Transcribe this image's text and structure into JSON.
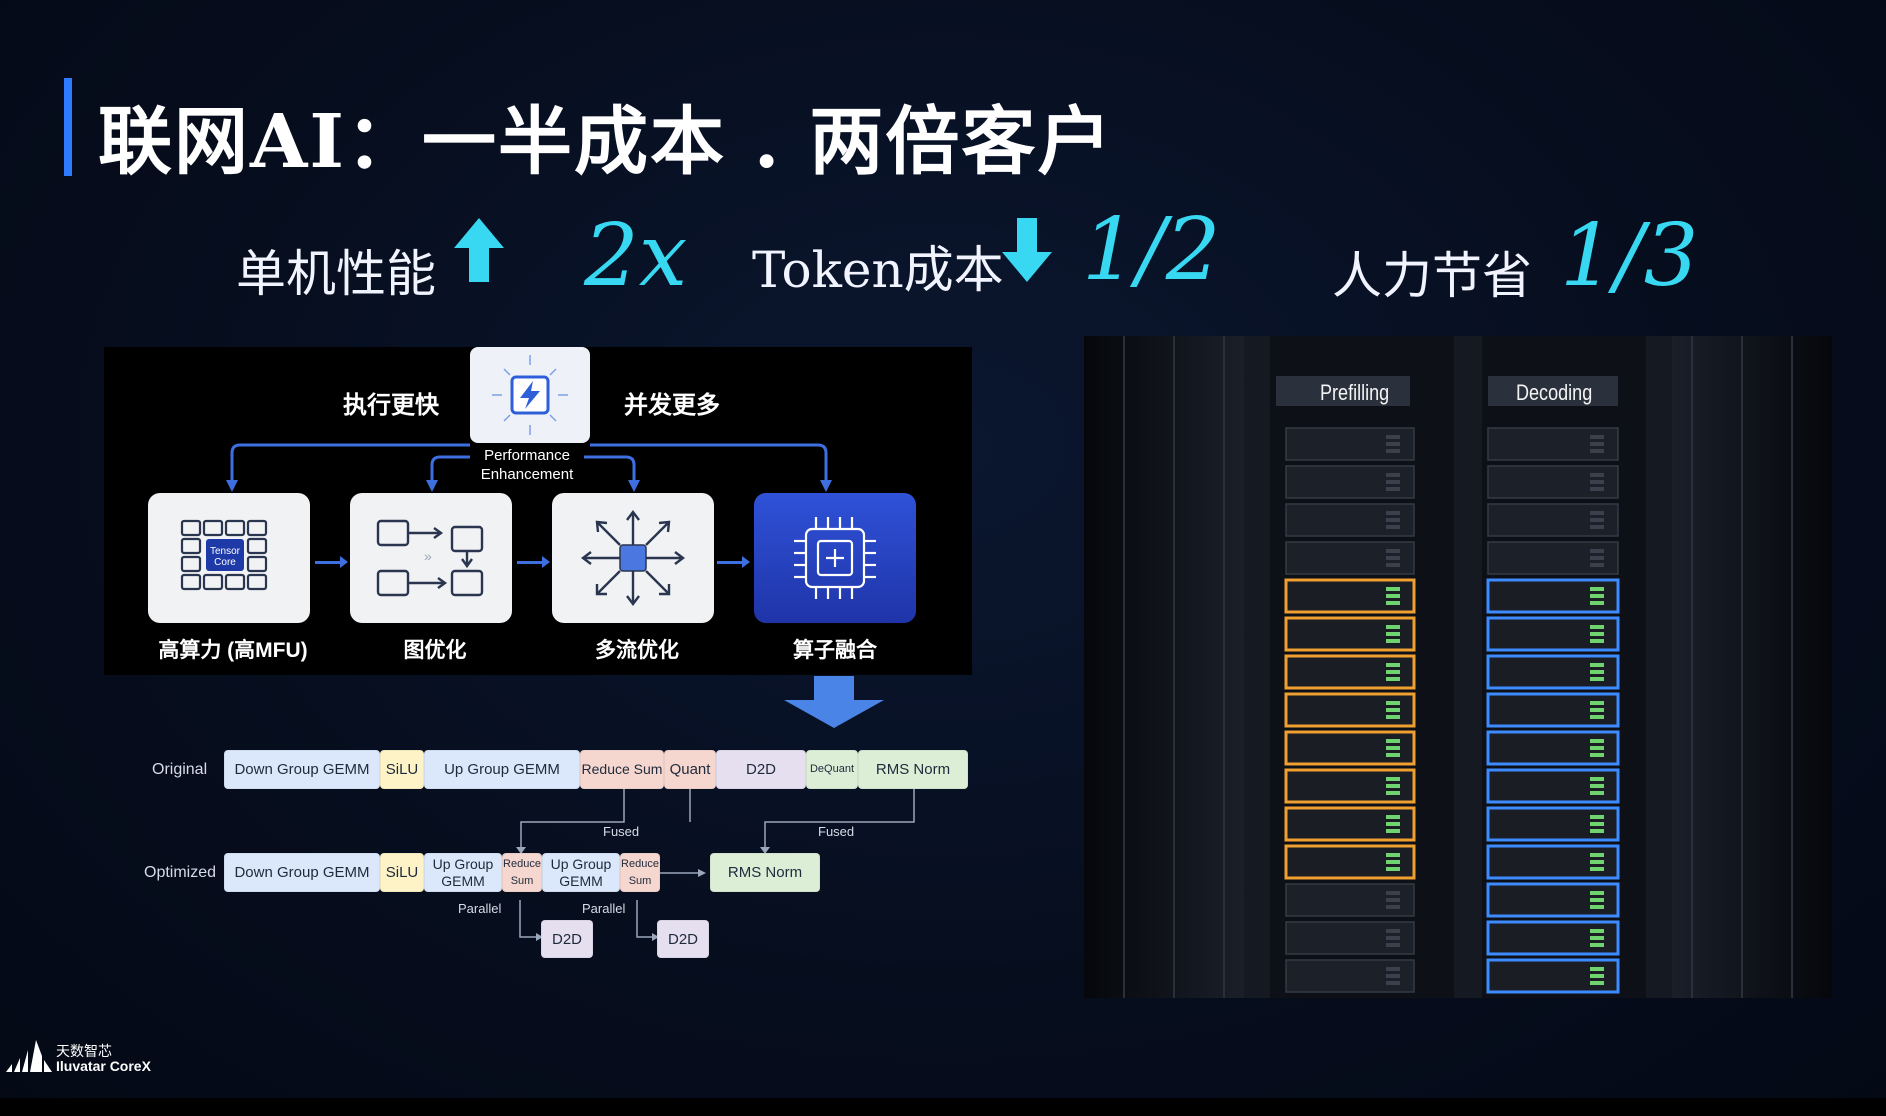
{
  "title": "联网AI：一半成本 . 两倍客户",
  "metrics": {
    "perf_label": "单机性能",
    "perf_value": "2x",
    "token_label": "Token成本",
    "token_value": "1/2",
    "labor_label": "人力节省",
    "labor_value": "1/3"
  },
  "diagram": {
    "left_caption": "执行更快",
    "right_caption": "并发更多",
    "center_label_line1": "Performance",
    "center_label_line2": "Enhancement",
    "tensor_line1": "Tensor",
    "tensor_line2": "Core",
    "cards": [
      "高算力 (高MFU)",
      "图优化",
      "多流优化",
      "算子融合"
    ]
  },
  "pipeline": {
    "original_label": "Original",
    "optimized_label": "Optimized",
    "original": [
      {
        "text": "Down Group GEMM",
        "color": "blue"
      },
      {
        "text": "SiLU",
        "color": "yellow"
      },
      {
        "text": "Up Group GEMM",
        "color": "blue"
      },
      {
        "text": "Reduce Sum",
        "color": "pink"
      },
      {
        "text": "Quant",
        "color": "pink"
      },
      {
        "text": "D2D",
        "color": "purple"
      },
      {
        "text": "DeQuant",
        "color": "green"
      },
      {
        "text": "RMS Norm",
        "color": "green"
      }
    ],
    "optimized": [
      {
        "text": "Down Group GEMM",
        "color": "blue"
      },
      {
        "text": "SiLU",
        "color": "yellow"
      },
      {
        "text": "Up Group GEMM",
        "color": "blue"
      },
      {
        "text": "Reduce Sum",
        "color": "pink"
      },
      {
        "text": "Up Group GEMM",
        "color": "blue"
      },
      {
        "text": "Reduce Sum",
        "color": "pink"
      },
      {
        "text": "RMS Norm",
        "color": "green"
      }
    ],
    "d2d_1": "D2D",
    "d2d_2": "D2D",
    "fused_1": "Fused",
    "fused_2": "Fused",
    "parallel_1": "Parallel",
    "parallel_2": "Parallel"
  },
  "server_image": {
    "rack_left_label": "Prefilling",
    "rack_right_label": "Decoding"
  },
  "logo": {
    "name_cn": "天数智芯",
    "name_en": "Iluvatar CoreX"
  },
  "colors": {
    "accent": "#2f7bff",
    "metric_value": "#38d8f2",
    "prefill_glow": "#f0a030",
    "decode_glow": "#3d8cff"
  }
}
